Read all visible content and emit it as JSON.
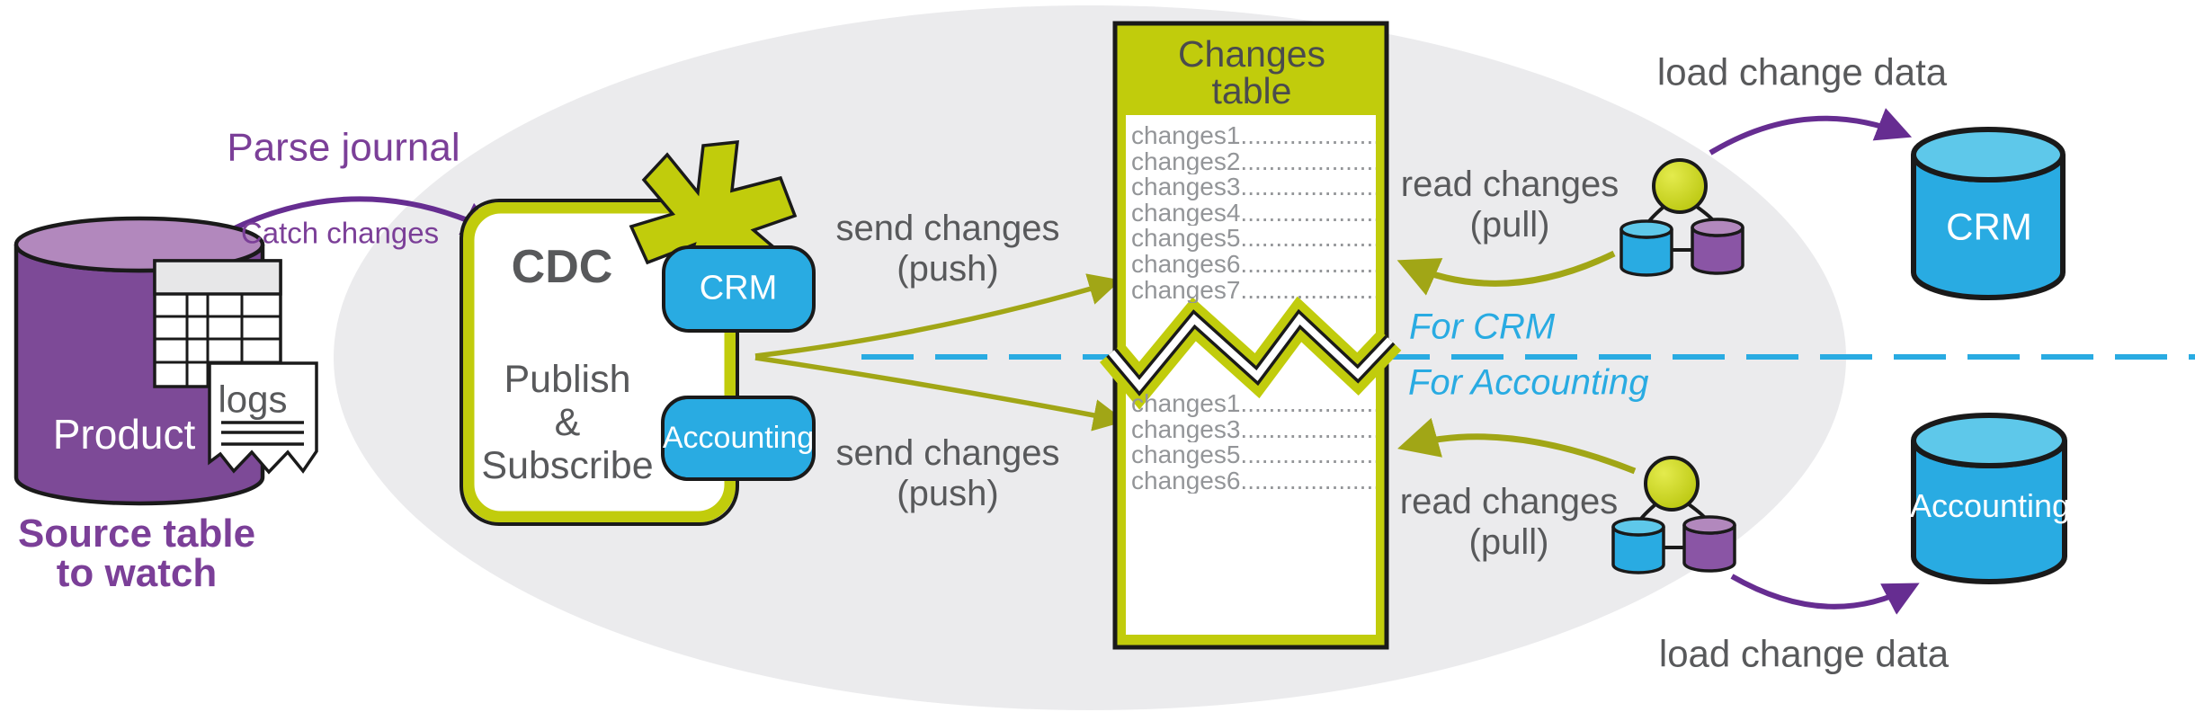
{
  "source": {
    "product_label": "Product",
    "logs_label": "logs",
    "caption": "Source table\nto watch"
  },
  "capture": {
    "parse_journal_label": "Parse journal",
    "catch_changes_label": "Catch changes"
  },
  "cdc_box": {
    "title": "CDC",
    "subtitle": "Publish\n&\nSubscribe",
    "subscriber_badges": [
      "CRM",
      "Accounting"
    ]
  },
  "push_labels": {
    "top": "send changes\n(push)",
    "bottom": "send changes\n(push)"
  },
  "changes_table": {
    "title": "Changes\ntable",
    "rows_full": [
      "changes1......................",
      "changes2......................",
      "changes3......................",
      "changes4......................",
      "changes5......................",
      "changes6......................",
      "changes7......................"
    ],
    "rows_filtered": [
      "changes1......................",
      "changes3......................",
      "changes5......................",
      "changes6......................"
    ]
  },
  "pull_labels": {
    "top": "read changes\n(pull)",
    "bottom": "read changes\n(pull)"
  },
  "lane_labels": {
    "crm": "For CRM",
    "accounting": "For Accounting"
  },
  "load_labels": {
    "top": "load change data",
    "bottom": "load change data"
  },
  "target_databases": {
    "crm": "CRM",
    "accounting": "Accounting"
  },
  "colors": {
    "purple_arrow": "#662d91",
    "purple_text": "#7b3f98",
    "source_cylinder": "#7d4a97",
    "blue_accent": "#29abe2",
    "yellow_green": "#c1cc0c",
    "olive_arrow": "#a1a616",
    "gray_text": "#58595b",
    "ellipse_background": "#ebebed"
  }
}
